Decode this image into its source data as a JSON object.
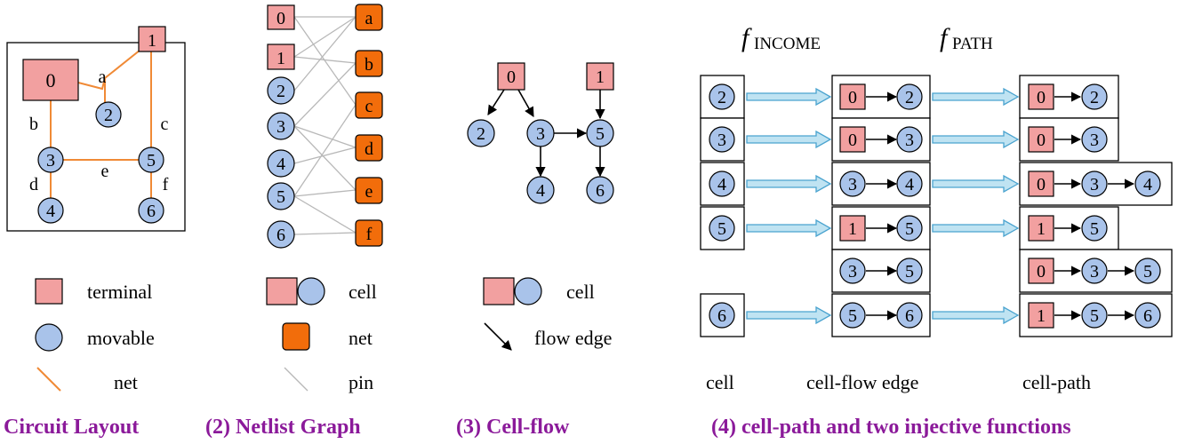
{
  "panel1": {
    "nodes": {
      "n0": "0",
      "n1": "1",
      "n2": "2",
      "n3": "3",
      "n4": "4",
      "n5": "5",
      "n6": "6"
    },
    "nets": {
      "a": "a",
      "b": "b",
      "c": "c",
      "d": "d",
      "e": "e",
      "f": "f"
    },
    "legend": {
      "terminal": "terminal",
      "movable": "movable",
      "net": "net"
    },
    "caption": "Circuit Layout"
  },
  "panel2": {
    "cells": [
      "0",
      "1",
      "2",
      "3",
      "4",
      "5",
      "6"
    ],
    "nets": [
      "a",
      "b",
      "c",
      "d",
      "e",
      "f"
    ],
    "legend": {
      "cell": "cell",
      "net": "net",
      "pin": "pin"
    },
    "caption": "(2) Netlist Graph"
  },
  "panel3": {
    "nodes": {
      "n0": "0",
      "n1": "1",
      "n2": "2",
      "n3": "3",
      "n4": "4",
      "n5": "5",
      "n6": "6"
    },
    "legend": {
      "cell": "cell",
      "flow_edge": "flow edge"
    },
    "caption": "(3) Cell-flow"
  },
  "panel4": {
    "func_income": {
      "f": "f",
      "sub": "INCOME"
    },
    "func_path": {
      "f": "f",
      "sub": "PATH"
    },
    "cells": [
      "2",
      "3",
      "4",
      "5",
      "6"
    ],
    "edges": [
      {
        "from": "0",
        "to": "2"
      },
      {
        "from": "0",
        "to": "3"
      },
      {
        "from": "3",
        "to": "4"
      },
      {
        "from": "1",
        "to": "5"
      },
      {
        "from": "3",
        "to": "5"
      },
      {
        "from": "5",
        "to": "6"
      }
    ],
    "paths": [
      [
        "0",
        "2"
      ],
      [
        "0",
        "3"
      ],
      [
        "0",
        "3",
        "4"
      ],
      [
        "1",
        "5"
      ],
      [
        "0",
        "3",
        "5"
      ],
      [
        "1",
        "5",
        "6"
      ]
    ],
    "labels": {
      "cell": "cell",
      "edge": "cell-flow edge",
      "path": "cell-path"
    },
    "caption": "(4) cell-path and two injective functions"
  },
  "colors": {
    "terminal": "#f2a0a0",
    "movable": "#a9c3ea",
    "net": "#f26d0b",
    "caption": "#8b1a9a",
    "arrow": "#bfe3f2"
  }
}
